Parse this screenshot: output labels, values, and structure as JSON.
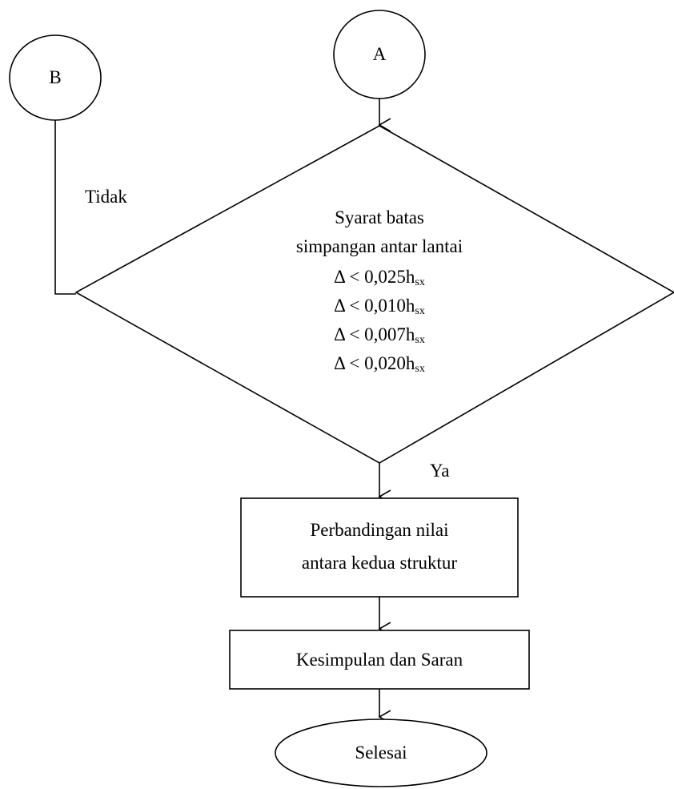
{
  "connectors": {
    "a_label": "A",
    "b_label": "B"
  },
  "decision": {
    "title_line1": "Syarat batas",
    "title_line2": "simpangan antar lantai",
    "conditions": [
      {
        "prefix": "Δ < 0,025h",
        "sub": "sx"
      },
      {
        "prefix": "Δ < 0,010h",
        "sub": "sx"
      },
      {
        "prefix": "Δ < 0,007h",
        "sub": "sx"
      },
      {
        "prefix": "Δ < 0,020h",
        "sub": "sx"
      }
    ],
    "no_label": "Tidak",
    "yes_label": "Ya"
  },
  "process": {
    "compare_line1": "Perbandingan nilai",
    "compare_line2": "antara kedua struktur",
    "conclusion": "Kesimpulan dan Saran"
  },
  "terminator": {
    "end_label": "Selesai"
  }
}
